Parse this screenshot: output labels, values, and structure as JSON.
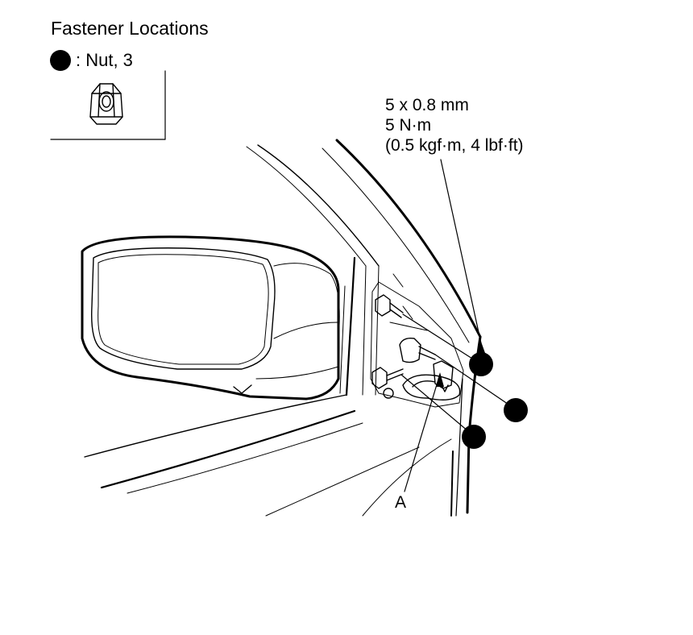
{
  "legend": {
    "title": "Fastener Locations",
    "item_label": ": Nut, 3",
    "item_icon": "hex-flange-nut-icon"
  },
  "spec": {
    "thread": "5 x 0.8 mm",
    "torque_nm": "5 N·m",
    "torque_alt": "(0.5 kgf·m, 4 lbf·ft)"
  },
  "callouts": {
    "a": "A"
  },
  "colors": {
    "line": "#000000",
    "background": "#ffffff",
    "marker": "#000000"
  }
}
